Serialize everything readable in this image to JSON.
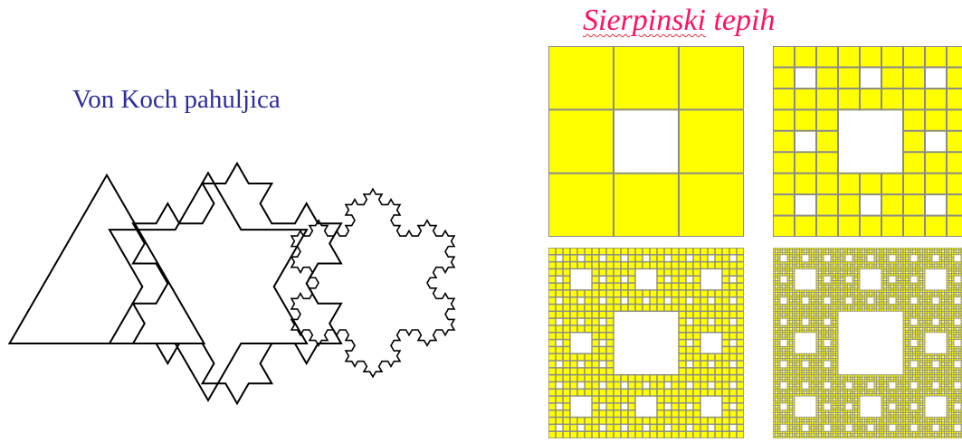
{
  "koch": {
    "title": "Von Koch pahuljica",
    "iterations": [
      0,
      1,
      2,
      3
    ],
    "stroke_color": "#000000"
  },
  "sierpinski": {
    "title_word_a": "Sierpinski",
    "title_word_b": "tepih",
    "iterations": [
      1,
      2,
      3,
      4
    ],
    "fill_color": "#ffff00",
    "line_color": "#8a8a8a",
    "hole_color": "#ffffff"
  },
  "colors": {
    "koch_title": "#2d2d9b",
    "sierpinski_title": "#ff1060"
  }
}
